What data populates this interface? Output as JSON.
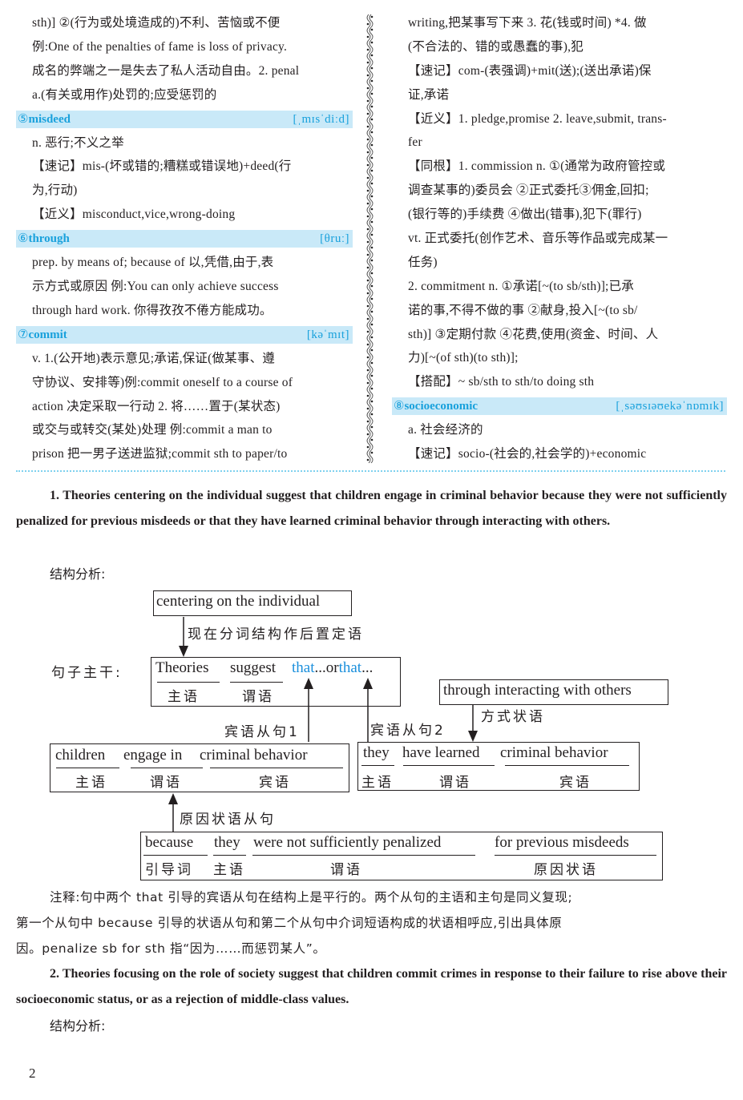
{
  "left_column": {
    "lines_top": [
      "sth)] ②(行为或处境造成的)不利、苦恼或不便",
      "例:One of the penalties of fame is loss of privacy.",
      "成名的弊端之一是失去了私人活动自由。2. penal",
      "a.(有关或用作)处罚的;应受惩罚的"
    ],
    "entries": [
      {
        "number": "⑤",
        "word": "misdeed",
        "phonetic": "[ˌmɪsˈdiːd]",
        "lines": [
          "n. 恶行;不义之举",
          "【速记】mis-(坏或错的;糟糕或错误地)+deed(行",
          "为,行动)",
          "【近义】misconduct,vice,wrong-doing"
        ]
      },
      {
        "number": "⑥",
        "word": "through",
        "phonetic": "[θruː]",
        "lines": [
          "prep. by means of; because of 以,凭借,由于,表",
          "示方式或原因 例:You can only achieve success",
          "through hard work. 你得孜孜不倦方能成功。"
        ]
      },
      {
        "number": "⑦",
        "word": "commit",
        "phonetic": "[kəˈmɪt]",
        "lines": [
          "v. 1.(公开地)表示意见;承诺,保证(做某事、遵",
          "守协议、安排等)例:commit oneself to a course of",
          "action 决定采取一行动 2. 将……置于(某状态)",
          "或交与或转交(某处)处理 例:commit a man to",
          "prison 把一男子送进监狱;commit sth to paper/to"
        ]
      }
    ]
  },
  "right_column": {
    "lines_top": [
      "writing,把某事写下来 3. 花(钱或时间) *4. 做",
      "(不合法的、错的或愚蠢的事),犯",
      "【速记】com-(表强调)+mit(送);(送出承诺)保",
      "证,承诺",
      "【近义】1. pledge,promise 2. leave,submit, trans-",
      "fer",
      "【同根】1. commission n. ①(通常为政府管控或",
      "调查某事的)委员会 ②正式委托③佣金,回扣;",
      "(银行等的)手续费 ④做出(错事),犯下(罪行)",
      "vt. 正式委托(创作艺术、音乐等作品或完成某一",
      "任务)",
      "2. commitment n. ①承诺[~(to sb/sth)];已承",
      "诺的事,不得不做的事 ②献身,投入[~(to sb/",
      "sth)] ③定期付款 ④花费,使用(资金、时间、人",
      "力)[~(of sth)(to sth)];",
      "【搭配】~ sb/sth to sth/to doing sth"
    ],
    "entries": [
      {
        "number": "⑧",
        "word": "socioeconomic",
        "phonetic": "[ˌsəʊsɪəʊekəˈnɒmɪk]",
        "lines": [
          "a. 社会经济的",
          "【速记】socio-(社会的,社会学的)+economic"
        ]
      }
    ]
  },
  "sentence1": {
    "text": "1. Theories centering on the individual suggest that children engage in criminal behavior because they were not sufficiently penalized for previous misdeeds or that they have learned criminal behavior through interacting with others.",
    "structure_label": "结构分析:"
  },
  "diagram": {
    "modifier_box": "centering on the individual",
    "modifier_label": "现在分词结构作后置定语",
    "main_label": "句子主干:",
    "main": {
      "subject": "Theories",
      "verb": "suggest",
      "that1": "that",
      "mid": "...or",
      "that2": "that",
      "tail": "...",
      "subject_role": "主语",
      "verb_role": "谓语"
    },
    "clause1_label": "宾语从句1",
    "clause2_label": "宾语从句2",
    "manner_box": "through interacting with others",
    "manner_label": "方式状语",
    "clause1": {
      "subject": "children",
      "verb": "engage in",
      "object": "criminal behavior",
      "subject_role": "主语",
      "verb_role": "谓语",
      "object_role": "宾语"
    },
    "clause2": {
      "subject": "they",
      "verb": "have learned",
      "object": "criminal behavior",
      "subject_role": "主语",
      "verb_role": "谓语",
      "object_role": "宾语"
    },
    "reason_label": "原因状语从句",
    "reason": {
      "conj": "because",
      "subject": "they",
      "verb": "were not sufficiently penalized",
      "adverbial": "for previous misdeeds",
      "conj_role": "引导词",
      "subject_role": "主语",
      "verb_role": "谓语",
      "adverbial_role": "原因状语"
    }
  },
  "note": {
    "p1": "注释:句中两个 that 引导的宾语从句在结构上是平行的。两个从句的主语和主句是同义复现;",
    "p2": "第一个从句中 because 引导的状语从句和第二个从句中介词短语构成的状语相呼应,引出具体原",
    "p3": "因。penalize sb for sth 指“因为……而惩罚某人”。"
  },
  "sentence2": {
    "text": "2. Theories focusing on the role of society suggest that children commit crimes in response to their failure to rise above their socioeconomic status, or as a rejection of middle-class values.",
    "structure_label": "结构分析:"
  },
  "page": {
    "number": "2"
  },
  "colors": {
    "header_bg": "#c9e9f8",
    "header_text": "#19a1dc",
    "highlight_blue": "#1a8fdc",
    "divider_dots": "#7fd1ef"
  }
}
